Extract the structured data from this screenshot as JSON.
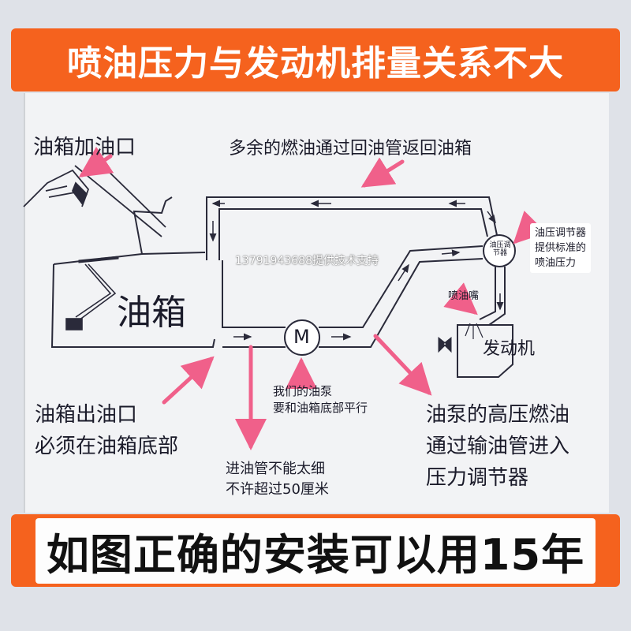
{
  "top_banner": {
    "text": "喷油压力与发动机排量关系不大",
    "bg_color": "#f5621e"
  },
  "bottom_banner": {
    "text": "如图正确的安装可以用15年",
    "bg_color": "#f5621e"
  },
  "labels": {
    "fuel_cap": "油箱加油口",
    "return_note": "多余的燃油通过回油管返回油箱",
    "regulator_note": [
      "油压调节器",
      "提供标准的",
      "喷油压力"
    ],
    "regulator_symbol": "油压调节器",
    "injector": "喷油嘴",
    "engine": "发动机",
    "tank": "油箱",
    "watermark": "13791943688提供技术支持",
    "tank_outlet": [
      "油箱出油口",
      "必须在油箱底部"
    ],
    "pump_note": [
      "我们的油泵",
      "要和油箱底部平行"
    ],
    "inlet_pipe_note": [
      "进油管不能太细",
      "不许超过50厘米"
    ],
    "high_pressure_note": [
      "油泵的高压燃油",
      "通过输油管进入",
      "压力调节器"
    ],
    "pump_symbol": "M"
  },
  "colors": {
    "arrow": "#f0608a",
    "line": "#2a2a3a"
  }
}
